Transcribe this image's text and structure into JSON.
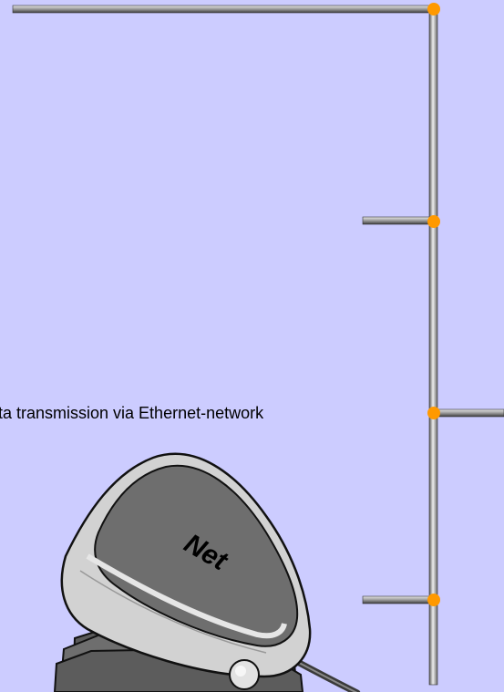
{
  "diagram": {
    "caption": "ta transmission via Ethernet-network",
    "device_label": "Net",
    "device_icon": "network-device-icon",
    "connection_points": 4
  },
  "colors": {
    "background": "#ccccff",
    "connector_dot": "#ff9900",
    "pipe_dark": "#555555",
    "pipe_light": "#d8d8d8",
    "device_body": "#6e6e6e",
    "device_top": "#d8d8d8"
  }
}
